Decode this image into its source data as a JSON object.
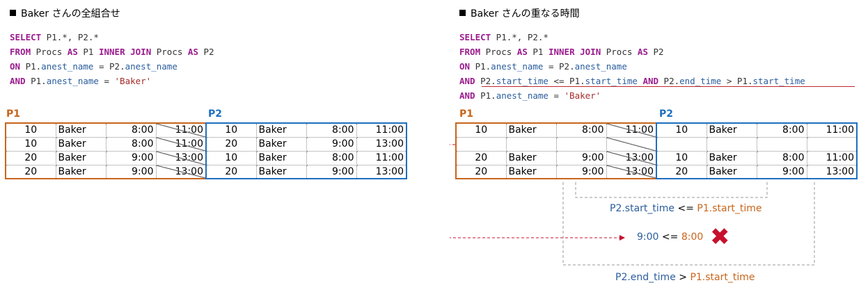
{
  "left": {
    "heading": "Baker さんの全組合せ",
    "sql": [
      [
        {
          "t": "kw",
          "v": "SELECT"
        },
        {
          "t": "pl",
          "v": " P1.*, P2.*"
        }
      ],
      [
        {
          "t": "kw",
          "v": "FROM"
        },
        {
          "t": "pl",
          "v": " Procs "
        },
        {
          "t": "kw",
          "v": "AS"
        },
        {
          "t": "pl",
          "v": " P1 "
        },
        {
          "t": "kw",
          "v": "INNER JOIN"
        },
        {
          "t": "pl",
          "v": " Procs "
        },
        {
          "t": "kw",
          "v": "AS"
        },
        {
          "t": "pl",
          "v": " P2"
        }
      ],
      [
        {
          "t": "kw",
          "v": "ON"
        },
        {
          "t": "pl",
          "v": " P1."
        },
        {
          "t": "id",
          "v": "anest_name"
        },
        {
          "t": "pl",
          "v": " = P2."
        },
        {
          "t": "id",
          "v": "anest_name"
        }
      ],
      [
        {
          "t": "kw",
          "v": "AND"
        },
        {
          "t": "pl",
          "v": " P1."
        },
        {
          "t": "id",
          "v": "anest_name"
        },
        {
          "t": "pl",
          "v": " = "
        },
        {
          "t": "str",
          "v": "'Baker'"
        }
      ]
    ],
    "p1_label": "P1",
    "p2_label": "P2",
    "p1_rows": [
      [
        "10",
        "Baker",
        "8:00",
        "11:00"
      ],
      [
        "10",
        "Baker",
        "8:00",
        "11:00"
      ],
      [
        "20",
        "Baker",
        "9:00",
        "13:00"
      ],
      [
        "20",
        "Baker",
        "9:00",
        "13:00"
      ]
    ],
    "p2_rows": [
      [
        "10",
        "Baker",
        "8:00",
        "11:00"
      ],
      [
        "20",
        "Baker",
        "9:00",
        "13:00"
      ],
      [
        "10",
        "Baker",
        "8:00",
        "11:00"
      ],
      [
        "20",
        "Baker",
        "9:00",
        "13:00"
      ]
    ]
  },
  "right": {
    "heading": "Baker さんの重なる時間",
    "sql": [
      [
        {
          "t": "kw",
          "v": "SELECT"
        },
        {
          "t": "pl",
          "v": " P1.*, P2.*"
        }
      ],
      [
        {
          "t": "kw",
          "v": "FROM"
        },
        {
          "t": "pl",
          "v": " Procs "
        },
        {
          "t": "kw",
          "v": "AS"
        },
        {
          "t": "pl",
          "v": " P1 "
        },
        {
          "t": "kw",
          "v": "INNER JOIN"
        },
        {
          "t": "pl",
          "v": " Procs "
        },
        {
          "t": "kw",
          "v": "AS"
        },
        {
          "t": "pl",
          "v": " P2"
        }
      ],
      [
        {
          "t": "kw",
          "v": "ON"
        },
        {
          "t": "pl",
          "v": " P1."
        },
        {
          "t": "id",
          "v": "anest_name"
        },
        {
          "t": "pl",
          "v": " = P2."
        },
        {
          "t": "id",
          "v": "anest_name"
        }
      ],
      [
        {
          "t": "kw",
          "v": "AND"
        },
        {
          "t": "pl",
          "v": " P2."
        },
        {
          "t": "id",
          "v": "start_time"
        },
        {
          "t": "pl",
          "v": " <= P1."
        },
        {
          "t": "id",
          "v": "start_time"
        },
        {
          "t": "pl",
          "v": " "
        },
        {
          "t": "kw",
          "v": "AND"
        },
        {
          "t": "pl",
          "v": " P2."
        },
        {
          "t": "id",
          "v": "end_time"
        },
        {
          "t": "pl",
          "v": " > P1."
        },
        {
          "t": "id",
          "v": "start_time"
        }
      ],
      [
        {
          "t": "kw",
          "v": "AND"
        },
        {
          "t": "pl",
          "v": " P1."
        },
        {
          "t": "id",
          "v": "anest_name"
        },
        {
          "t": "pl",
          "v": " = "
        },
        {
          "t": "str",
          "v": "'Baker'"
        }
      ]
    ],
    "p1_label": "P1",
    "p2_label": "P2",
    "p1_rows": [
      [
        "10",
        "Baker",
        "8:00",
        "11:00"
      ],
      [
        "",
        "",
        "",
        ""
      ],
      [
        "20",
        "Baker",
        "9:00",
        "13:00"
      ],
      [
        "20",
        "Baker",
        "9:00",
        "13:00"
      ]
    ],
    "p2_rows": [
      [
        "10",
        "Baker",
        "8:00",
        "11:00"
      ],
      [
        "",
        "",
        "",
        ""
      ],
      [
        "10",
        "Baker",
        "8:00",
        "11:00"
      ],
      [
        "20",
        "Baker",
        "9:00",
        "13:00"
      ]
    ],
    "annotation_start": {
      "p2_part": "P2.start_time",
      "op": " <= ",
      "p1_part": "P1.start_time"
    },
    "annotation_fail": {
      "left": "9:00",
      "op": " <= ",
      "right": "8:00"
    },
    "annotation_end": {
      "p2_part": "P2.end_time",
      "op": " > ",
      "p1_part": "P1.start_time"
    }
  },
  "colors": {
    "p1": "#c8651c",
    "p2": "#1e6fc0",
    "keyword": "#9b1c8e",
    "identifier": "#2b5e9e",
    "string": "#a52a2a",
    "error": "#c8102e"
  }
}
